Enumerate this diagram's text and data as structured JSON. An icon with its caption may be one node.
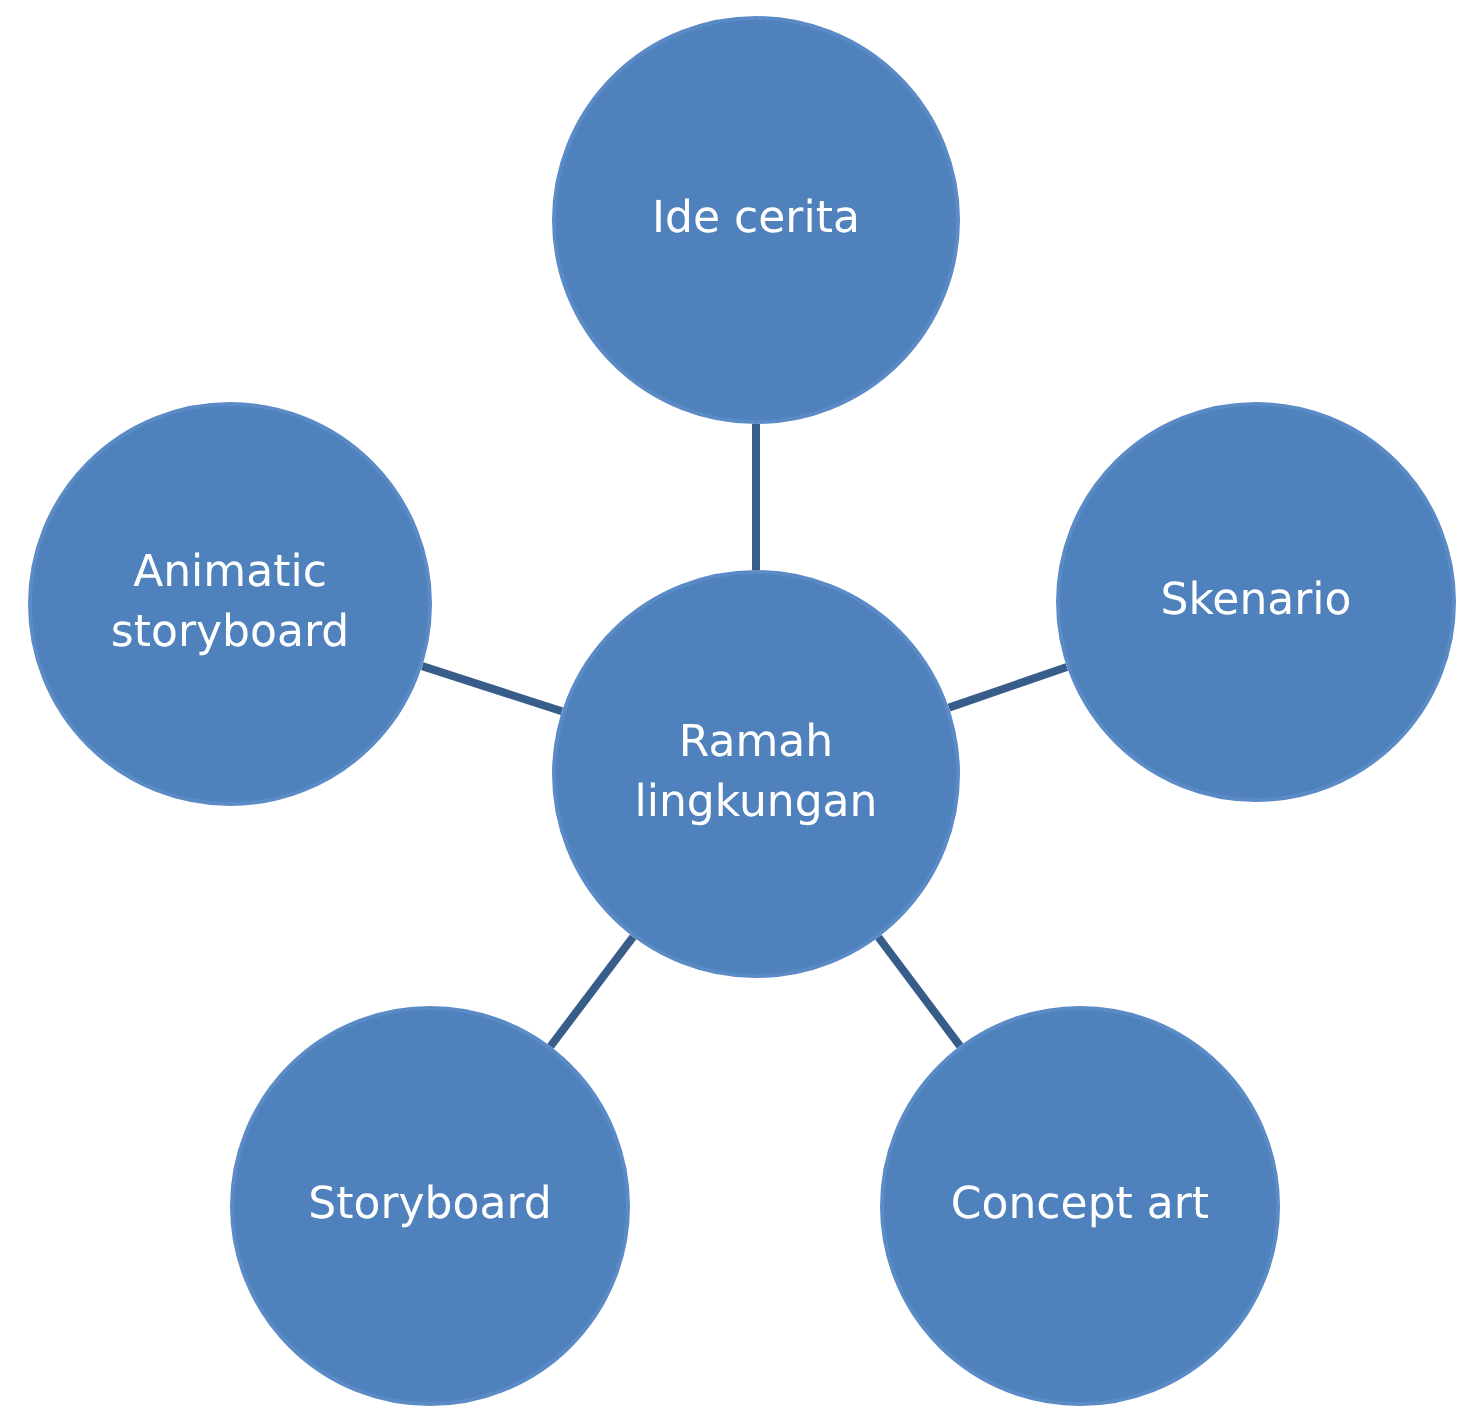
{
  "diagram": {
    "nodes": [
      {
        "text": [
          "Ramah lingkungan"
        ]
      },
      {
        "text": [
          "Ide cerita"
        ]
      },
      {
        "text": [
          "Skenario"
        ]
      },
      {
        "text": [
          "Concept art"
        ]
      },
      {
        "text": [
          "Storyboard"
        ]
      },
      {
        "text": [
          "Animatic storyboard"
        ]
      }
    ],
    "edges": [
      {
        "from": 0,
        "to": 1,
        "arrow": "none"
      },
      {
        "from": 0,
        "to": 2,
        "arrow": "none"
      },
      {
        "from": 0,
        "to": 3,
        "arrow": "none"
      },
      {
        "from": 0,
        "to": 4,
        "arrow": "none"
      },
      {
        "from": 0,
        "to": 5,
        "arrow": "none"
      }
    ]
  }
}
